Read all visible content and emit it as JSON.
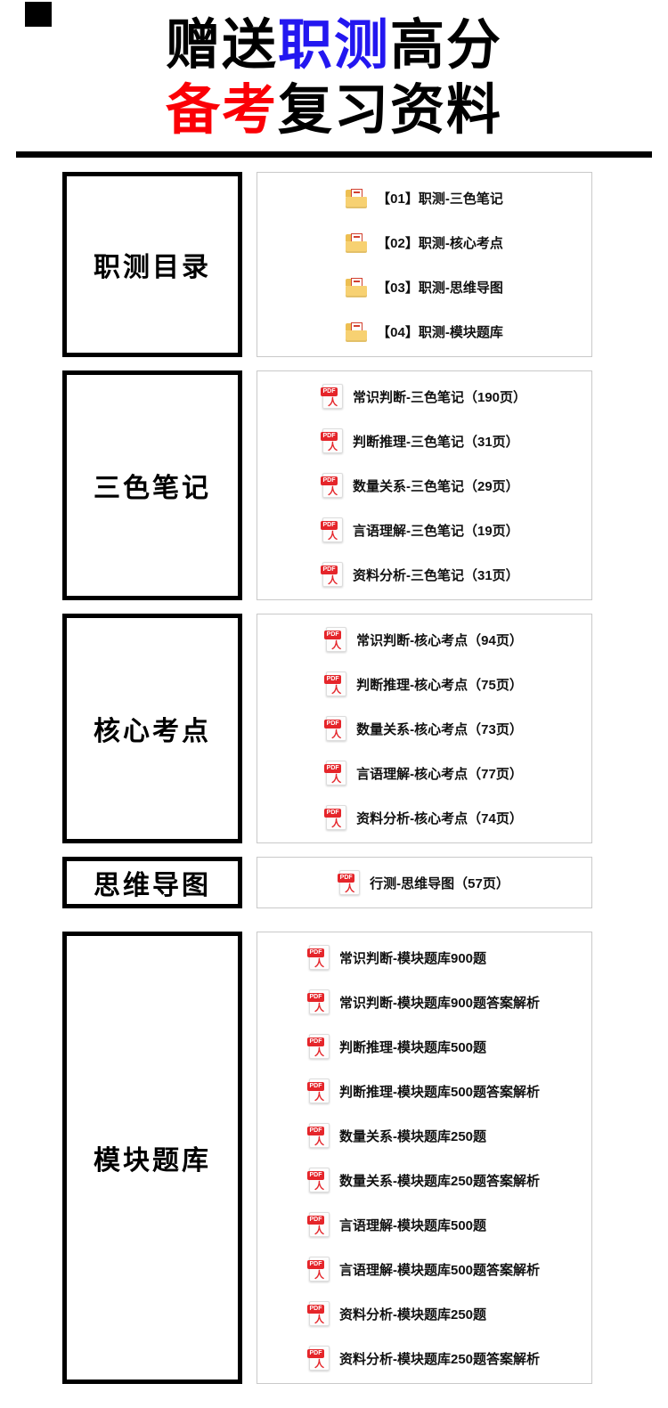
{
  "colors": {
    "accent_blue": "#2317f0",
    "accent_red": "#fb0006",
    "ink": "#000000",
    "panel_border": "#c9c9c9",
    "pdf_red": "#e5252a",
    "folder_yellow": "#f7d172"
  },
  "title": {
    "line1": [
      {
        "text": "赠送"
      },
      {
        "text": "职测"
      },
      {
        "text": "高分"
      }
    ],
    "line2": [
      {
        "text": "备考"
      },
      {
        "text": "复习资料"
      }
    ]
  },
  "icons": {
    "pdf": {
      "label": "PDF",
      "glyph": "人"
    },
    "folder": {
      "name": "folder-icon"
    }
  },
  "sections": [
    {
      "id": "catalog",
      "label": "职测目录",
      "icon": "folder",
      "items": [
        "【01】职测-三色笔记",
        "【02】职测-核心考点",
        "【03】职测-思维导图",
        "【04】职测-模块题库"
      ]
    },
    {
      "id": "three-color-notes",
      "label": "三色笔记",
      "icon": "pdf",
      "items": [
        "常识判断-三色笔记（190页）",
        "判断推理-三色笔记（31页）",
        "数量关系-三色笔记（29页）",
        "言语理解-三色笔记（19页）",
        "资料分析-三色笔记（31页）"
      ]
    },
    {
      "id": "core-points",
      "label": "核心考点",
      "icon": "pdf",
      "items": [
        "常识判断-核心考点（94页）",
        "判断推理-核心考点（75页）",
        "数量关系-核心考点（73页）",
        "言语理解-核心考点（77页）",
        "资料分析-核心考点（74页）"
      ]
    },
    {
      "id": "mind-map",
      "label": "思维导图",
      "icon": "pdf",
      "items": [
        "行测-思维导图（57页）"
      ]
    },
    {
      "id": "module-question-bank",
      "label": "模块题库",
      "icon": "pdf",
      "items": [
        "常识判断-模块题库900题",
        "常识判断-模块题库900题答案解析",
        "判断推理-模块题库500题",
        "判断推理-模块题库500题答案解析",
        "数量关系-模块题库250题",
        "数量关系-模块题库250题答案解析",
        "言语理解-模块题库500题",
        "言语理解-模块题库500题答案解析",
        "资料分析-模块题库250题",
        "资料分析-模块题库250题答案解析"
      ]
    }
  ]
}
